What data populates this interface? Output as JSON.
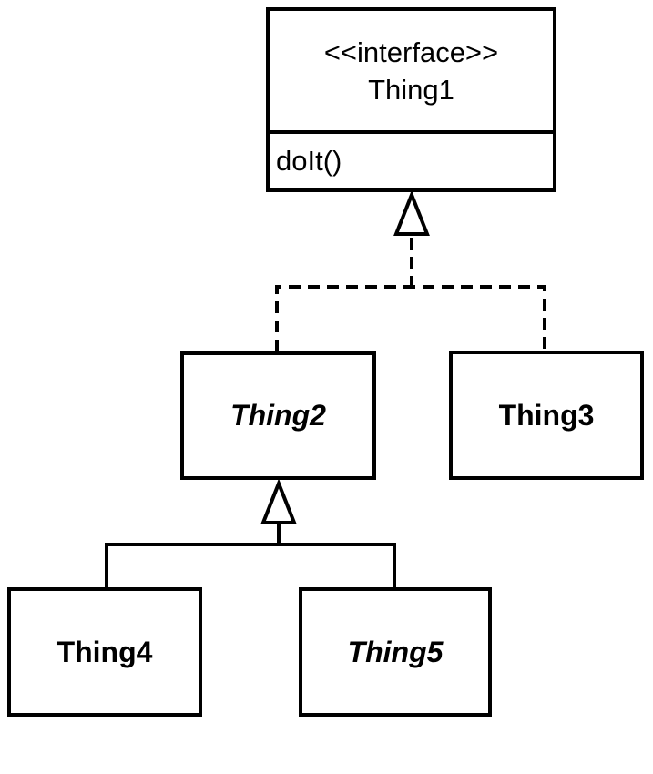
{
  "page": {
    "background": "#ffffff",
    "line_color": "#000000",
    "box_fill": "#ffffff"
  },
  "diagram": {
    "thing1": {
      "stereotype": "<<interface>>",
      "name": "Thing1",
      "operations": [
        "doIt()"
      ]
    },
    "thing2": {
      "name": "Thing2",
      "abstract": true
    },
    "thing3": {
      "name": "Thing3",
      "abstract": false
    },
    "thing4": {
      "name": "Thing4",
      "abstract": false
    },
    "thing5": {
      "name": "Thing5",
      "abstract": true
    },
    "relationships": [
      {
        "type": "realization",
        "from": "Thing2",
        "to": "Thing1",
        "line": "dashed",
        "arrow": "hollow-triangle"
      },
      {
        "type": "realization",
        "from": "Thing3",
        "to": "Thing1",
        "line": "dashed",
        "arrow": "hollow-triangle"
      },
      {
        "type": "generalization",
        "from": "Thing4",
        "to": "Thing2",
        "line": "solid",
        "arrow": "hollow-triangle"
      },
      {
        "type": "generalization",
        "from": "Thing5",
        "to": "Thing2",
        "line": "solid",
        "arrow": "hollow-triangle"
      }
    ]
  }
}
